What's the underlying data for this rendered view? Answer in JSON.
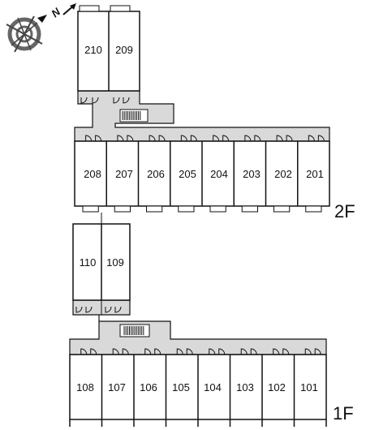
{
  "compass": {
    "letter": "N"
  },
  "floors": [
    {
      "label": "2F",
      "upper_units": [
        "210",
        "209"
      ],
      "lower_units": [
        "208",
        "207",
        "206",
        "205",
        "204",
        "203",
        "202",
        "201"
      ]
    },
    {
      "label": "1F",
      "upper_units": [
        "110",
        "109"
      ],
      "lower_units": [
        "108",
        "107",
        "106",
        "105",
        "104",
        "103",
        "102",
        "101"
      ]
    }
  ],
  "colors": {
    "corridor": "#d9d9d9",
    "line": "#111111",
    "background": "#ffffff"
  }
}
